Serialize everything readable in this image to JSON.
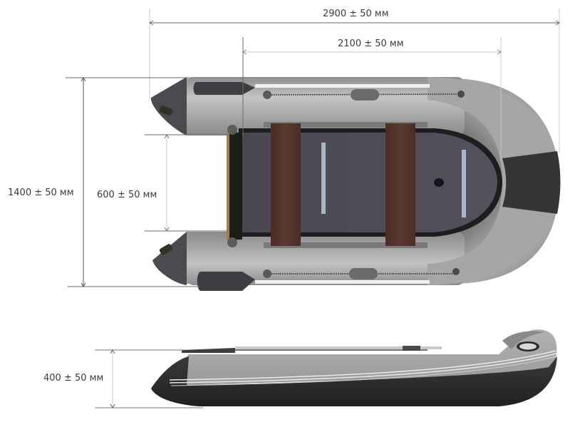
{
  "diagram": {
    "subject": "Inflatable boat dimensions",
    "views": [
      "top-view",
      "side-view"
    ],
    "dimensions": {
      "overall_length": "2900 ± 50 мм",
      "inner_length": "2100 ± 50 мм",
      "overall_width": "1400 ± 50 мм",
      "inner_width": "600 ± 50 мм",
      "tube_height": "400 ± 50 мм"
    },
    "colors": {
      "tube_gray": "#a9a9a9",
      "tube_dark": "#3c3c40",
      "floor": "#4b4852",
      "seat_wood": "#4e3029",
      "dimension_line": "#555555",
      "extension_line": "#c8c8c8"
    }
  }
}
